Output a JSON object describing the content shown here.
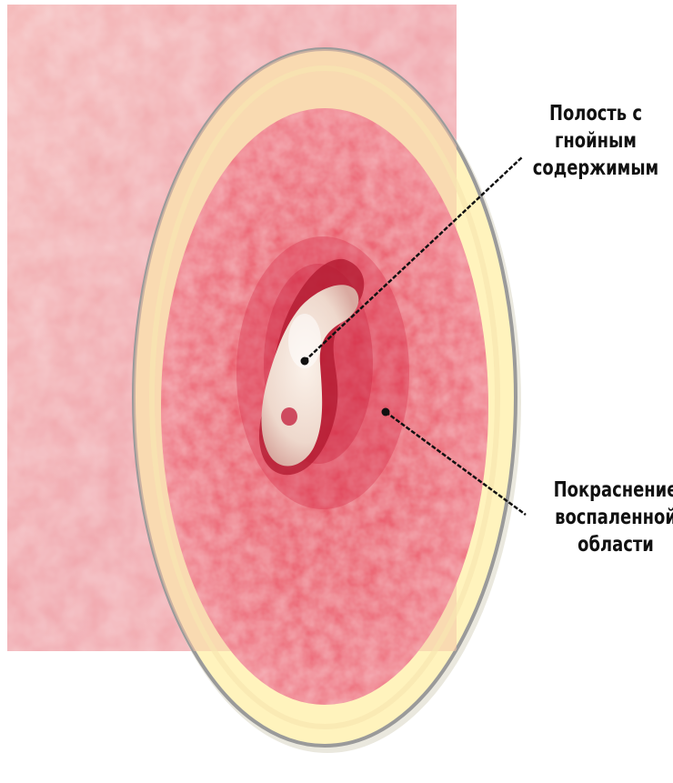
{
  "callouts": {
    "cavity": {
      "lines": [
        "Полость с",
        "гнойным",
        "содержимым"
      ]
    },
    "redness": {
      "lines": [
        "Покраснение",
        "воспаленной",
        "области"
      ]
    }
  },
  "colors": {
    "background": "#ffffff",
    "skin": "#f2a2a8",
    "inflamed_area": "#e84a5f",
    "lens_rim": "#fff2b8",
    "pus": "#f4e2d8",
    "leader_line": "#111111",
    "label_text": "#111111"
  }
}
